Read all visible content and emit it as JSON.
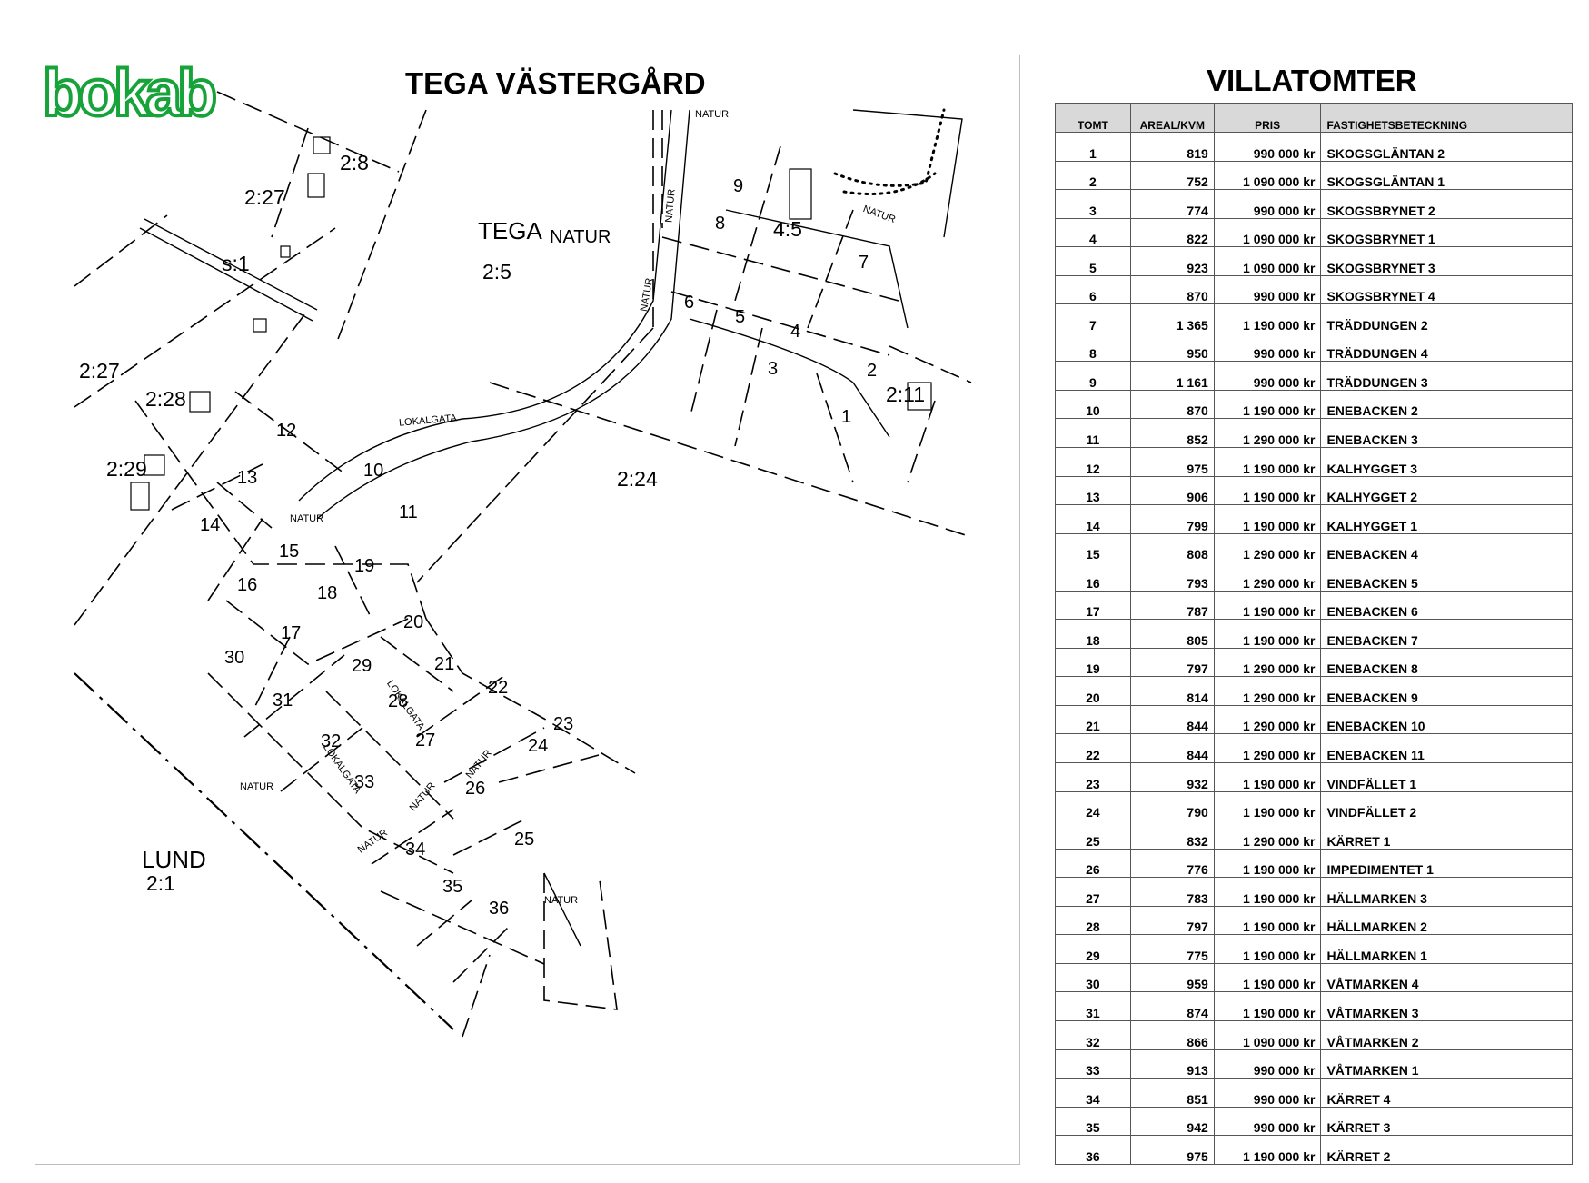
{
  "map": {
    "logo": "bokab",
    "title": "TEGA VÄSTERGÅRD",
    "property_labels": [
      "2:8",
      "2:27",
      "s:1",
      "TEGA",
      "NATUR",
      "2:5",
      "4:5",
      "2:27",
      "2:28",
      "2:29",
      "2:11",
      "2:24",
      "LUND",
      "2:1"
    ],
    "small_labels": [
      "NATUR",
      "NATUR",
      "NATUR",
      "LOKALGATA",
      "NATUR",
      "LOKALGATA",
      "LOKALGATA",
      "NATUR",
      "NATUR",
      "NATUR",
      "NATUR",
      "NATUR",
      "NATUR"
    ],
    "plot_numbers": [
      "1",
      "2",
      "3",
      "4",
      "5",
      "6",
      "7",
      "8",
      "9",
      "10",
      "11",
      "12",
      "13",
      "14",
      "15",
      "16",
      "17",
      "18",
      "19",
      "20",
      "21",
      "22",
      "23",
      "24",
      "25",
      "26",
      "27",
      "28",
      "29",
      "30",
      "31",
      "32",
      "33",
      "34",
      "35",
      "36"
    ]
  },
  "table": {
    "title": "VILLATOMTER",
    "headers": [
      "TOMT",
      "AREAL/KVM",
      "PRIS",
      "FASTIGHETSBETECKNING"
    ],
    "rows": [
      [
        "1",
        "819",
        "990 000 kr",
        "SKOGSGLÄNTAN 2"
      ],
      [
        "2",
        "752",
        "1 090 000 kr",
        "SKOGSGLÄNTAN 1"
      ],
      [
        "3",
        "774",
        "990 000 kr",
        "SKOGSBRYNET 2"
      ],
      [
        "4",
        "822",
        "1 090 000 kr",
        "SKOGSBRYNET 1"
      ],
      [
        "5",
        "923",
        "1 090 000 kr",
        "SKOGSBRYNET 3"
      ],
      [
        "6",
        "870",
        "990 000 kr",
        "SKOGSBRYNET 4"
      ],
      [
        "7",
        "1 365",
        "1 190 000 kr",
        "TRÄDDUNGEN 2"
      ],
      [
        "8",
        "950",
        "990 000 kr",
        "TRÄDDUNGEN 4"
      ],
      [
        "9",
        "1 161",
        "990 000 kr",
        "TRÄDDUNGEN 3"
      ],
      [
        "10",
        "870",
        "1 190 000 kr",
        "ENEBACKEN 2"
      ],
      [
        "11",
        "852",
        "1 290 000 kr",
        "ENEBACKEN 3"
      ],
      [
        "12",
        "975",
        "1 190 000 kr",
        "KALHYGGET 3"
      ],
      [
        "13",
        "906",
        "1 190 000 kr",
        "KALHYGGET 2"
      ],
      [
        "14",
        "799",
        "1 190 000 kr",
        "KALHYGGET 1"
      ],
      [
        "15",
        "808",
        "1 290 000 kr",
        "ENEBACKEN 4"
      ],
      [
        "16",
        "793",
        "1 290 000 kr",
        "ENEBACKEN 5"
      ],
      [
        "17",
        "787",
        "1 190 000 kr",
        "ENEBACKEN 6"
      ],
      [
        "18",
        "805",
        "1 190 000 kr",
        "ENEBACKEN 7"
      ],
      [
        "19",
        "797",
        "1 290 000 kr",
        "ENEBACKEN 8"
      ],
      [
        "20",
        "814",
        "1 290 000 kr",
        "ENEBACKEN 9"
      ],
      [
        "21",
        "844",
        "1 290 000 kr",
        "ENEBACKEN 10"
      ],
      [
        "22",
        "844",
        "1 290 000 kr",
        "ENEBACKEN 11"
      ],
      [
        "23",
        "932",
        "1 190 000 kr",
        "VINDFÄLLET 1"
      ],
      [
        "24",
        "790",
        "1 190 000 kr",
        "VINDFÄLLET 2"
      ],
      [
        "25",
        "832",
        "1 290 000 kr",
        "KÄRRET 1"
      ],
      [
        "26",
        "776",
        "1 190 000 kr",
        "IMPEDIMENTET 1"
      ],
      [
        "27",
        "783",
        "1 190 000 kr",
        "HÄLLMARKEN 3"
      ],
      [
        "28",
        "797",
        "1 190 000 kr",
        "HÄLLMARKEN 2"
      ],
      [
        "29",
        "775",
        "1 190 000 kr",
        "HÄLLMARKEN 1"
      ],
      [
        "30",
        "959",
        "1 190 000 kr",
        "VÅTMARKEN 4"
      ],
      [
        "31",
        "874",
        "1 190 000 kr",
        "VÅTMARKEN 3"
      ],
      [
        "32",
        "866",
        "1 090 000 kr",
        "VÅTMARKEN 2"
      ],
      [
        "33",
        "913",
        "990 000 kr",
        "VÅTMARKEN 1"
      ],
      [
        "34",
        "851",
        "990 000 kr",
        "KÄRRET 4"
      ],
      [
        "35",
        "942",
        "990 000 kr",
        "KÄRRET 3"
      ],
      [
        "36",
        "975",
        "1 190 000 kr",
        "KÄRRET 2"
      ]
    ]
  },
  "colors": {
    "logo": "#17a33a",
    "header_bg": "#d9d9d9",
    "lines": "#000000"
  }
}
